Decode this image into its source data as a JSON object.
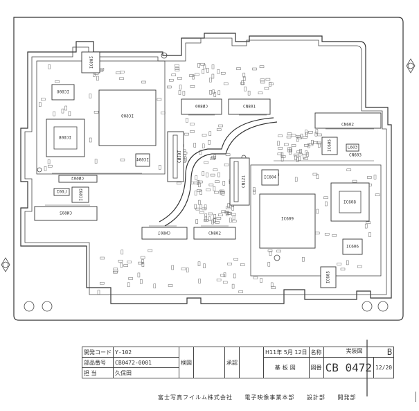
{
  "title_block": {
    "dev_code_label": "開発コード",
    "dev_code": "Y-102",
    "part_no_label": "部品番号",
    "part_no": "CB0472-0001",
    "person_label": "担 当",
    "person": "久保田",
    "check_label": "検図",
    "approve_label": "承認",
    "date": "H11年 5月 12日",
    "name_label": "名称",
    "name": "実装図",
    "revision": "B",
    "drawing_type": "基板図",
    "drawing_no_label": "図番",
    "drawing_no": "CB 0472",
    "sheet": "12/20"
  },
  "footer": {
    "company": "富士写真フイルム株式会社",
    "division": "電子映像事業本部",
    "dept1": "設計部",
    "dept2": "開発部"
  },
  "components": {
    "ic609_left": "IC609",
    "ic608_left": "IC608",
    "ic606_left": "IC606",
    "ic602": "IC602",
    "ic604_left": "IC604",
    "cn101_left": "CN101",
    "cn603_left": "CN603",
    "ic603_left": "IC603",
    "l603_left": "L603",
    "cn602_left": "CN602",
    "cn800": "CN800",
    "cn801": "CN801",
    "cn602_right": "CN602",
    "ic605_top": "IC605",
    "cn603_right": "CN603",
    "l603_right": "L603",
    "cn121": "CN121",
    "ic604_right": "IC604",
    "ic609_right": "IC609",
    "ic608_right": "IC608",
    "ic606_right": "IC606",
    "ic605_bottom": "IC605",
    "cn601_bottom": "CN601",
    "cn802_bottom": "CN802"
  }
}
